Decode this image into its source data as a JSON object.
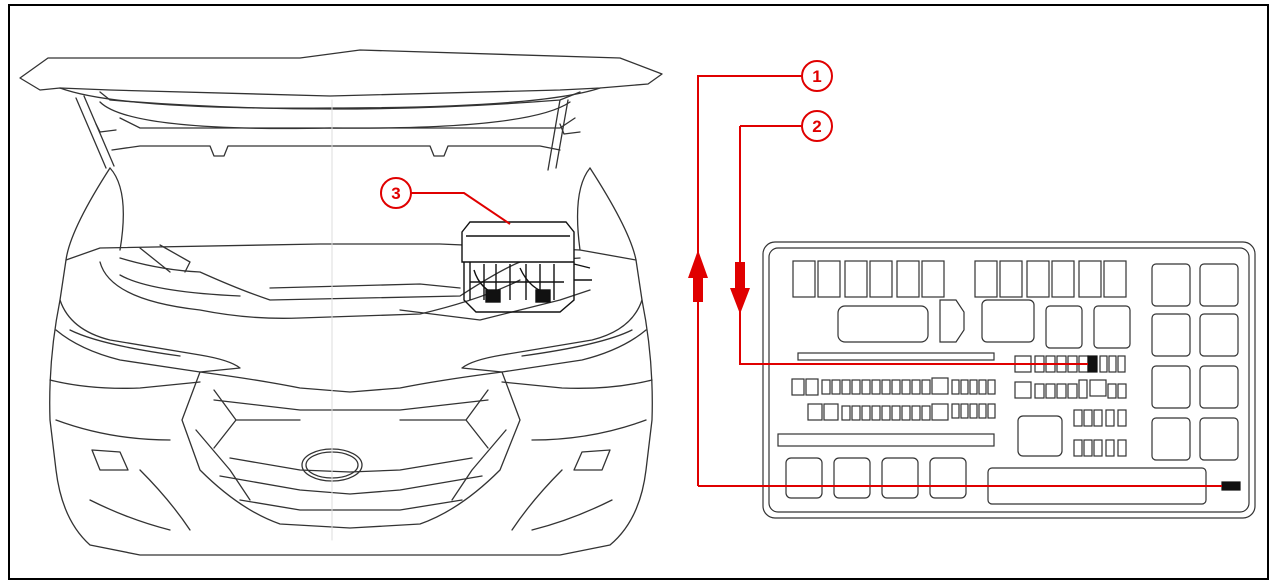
{
  "callouts": [
    {
      "id": "1",
      "label": "1"
    },
    {
      "id": "2",
      "label": "2"
    },
    {
      "id": "3",
      "label": "3"
    }
  ],
  "colors": {
    "line": "#e00000",
    "drawing": "#333333",
    "frame": "#000000"
  }
}
